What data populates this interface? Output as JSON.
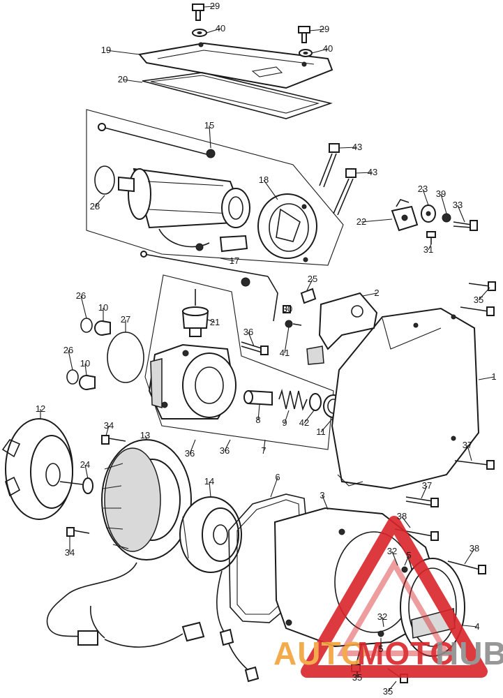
{
  "parts": [
    {
      "id": "29a",
      "label": "29"
    },
    {
      "id": "40a",
      "label": "40"
    },
    {
      "id": "29b",
      "label": "29"
    },
    {
      "id": "40b",
      "label": "40"
    },
    {
      "id": "19",
      "label": "19"
    },
    {
      "id": "20",
      "label": "20"
    },
    {
      "id": "15",
      "label": "15"
    },
    {
      "id": "43a",
      "label": "43"
    },
    {
      "id": "43b",
      "label": "43"
    },
    {
      "id": "28",
      "label": "28"
    },
    {
      "id": "18",
      "label": "18"
    },
    {
      "id": "23",
      "label": "23"
    },
    {
      "id": "39",
      "label": "39"
    },
    {
      "id": "33",
      "label": "33"
    },
    {
      "id": "22",
      "label": "22"
    },
    {
      "id": "31",
      "label": "31"
    },
    {
      "id": "17",
      "label": "17"
    },
    {
      "id": "25",
      "label": "25"
    },
    {
      "id": "2",
      "label": "2"
    },
    {
      "id": "35a",
      "label": "35"
    },
    {
      "id": "26a",
      "label": "26"
    },
    {
      "id": "10a",
      "label": "10"
    },
    {
      "id": "30",
      "label": "30"
    },
    {
      "id": "27",
      "label": "27"
    },
    {
      "id": "21",
      "label": "21"
    },
    {
      "id": "36a",
      "label": "36"
    },
    {
      "id": "41",
      "label": "41"
    },
    {
      "id": "26b",
      "label": "26"
    },
    {
      "id": "10b",
      "label": "10"
    },
    {
      "id": "1",
      "label": "1"
    },
    {
      "id": "12",
      "label": "12"
    },
    {
      "id": "8",
      "label": "8"
    },
    {
      "id": "9",
      "label": "9"
    },
    {
      "id": "42",
      "label": "42"
    },
    {
      "id": "11",
      "label": "11"
    },
    {
      "id": "34a",
      "label": "34"
    },
    {
      "id": "13",
      "label": "13"
    },
    {
      "id": "36b",
      "label": "36"
    },
    {
      "id": "36c",
      "label": "36"
    },
    {
      "id": "7",
      "label": "7"
    },
    {
      "id": "37a",
      "label": "37"
    },
    {
      "id": "24",
      "label": "24"
    },
    {
      "id": "6",
      "label": "6"
    },
    {
      "id": "14",
      "label": "14"
    },
    {
      "id": "3",
      "label": "3"
    },
    {
      "id": "37b",
      "label": "37"
    },
    {
      "id": "38a",
      "label": "38"
    },
    {
      "id": "34b",
      "label": "34"
    },
    {
      "id": "32a",
      "label": "32"
    },
    {
      "id": "5a",
      "label": "5"
    },
    {
      "id": "38b",
      "label": "38"
    },
    {
      "id": "32b",
      "label": "32"
    },
    {
      "id": "4",
      "label": "4"
    },
    {
      "id": "5b",
      "label": "5"
    },
    {
      "id": "35b",
      "label": "35"
    },
    {
      "id": "35c",
      "label": "35"
    }
  ],
  "watermark": {
    "word_part1": "AUTO",
    "word_part2": "MOTO",
    "word_part3": "HUB",
    "colors": {
      "orange": "#f2a33a",
      "red": "#d9252a",
      "gray": "#8c8c8c"
    }
  }
}
